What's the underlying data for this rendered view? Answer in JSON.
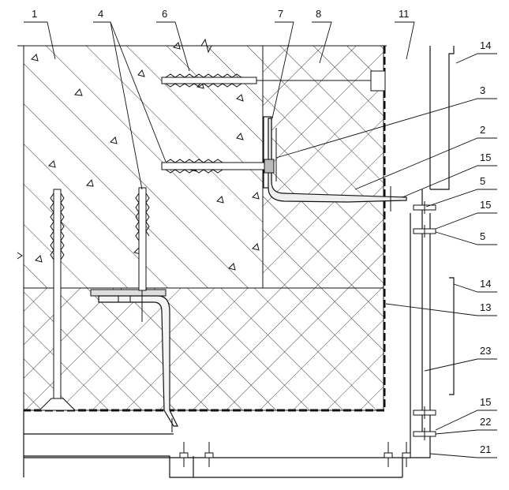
{
  "diagram": {
    "callouts": [
      "1",
      "4",
      "6",
      "7",
      "8",
      "11",
      "14",
      "3",
      "2",
      "15",
      "5",
      "15",
      "5",
      "14",
      "13",
      "23",
      "15",
      "22",
      "21"
    ]
  },
  "colors": {
    "ink": "#111111",
    "hatch": "#333333",
    "background": "#ffffff"
  }
}
